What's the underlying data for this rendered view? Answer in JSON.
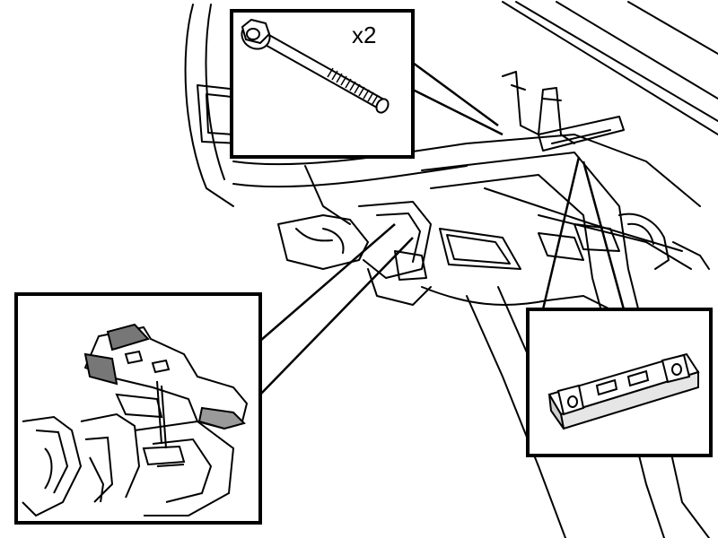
{
  "callouts": {
    "bolt": {
      "quantity": "x2",
      "part": "bolt"
    },
    "clip": {
      "part": "bracket-clip"
    },
    "nut_plate": {
      "part": "nut-plate"
    }
  },
  "colors": {
    "stroke": "#000000",
    "background": "#ffffff",
    "shade": "#9a9a9a"
  }
}
